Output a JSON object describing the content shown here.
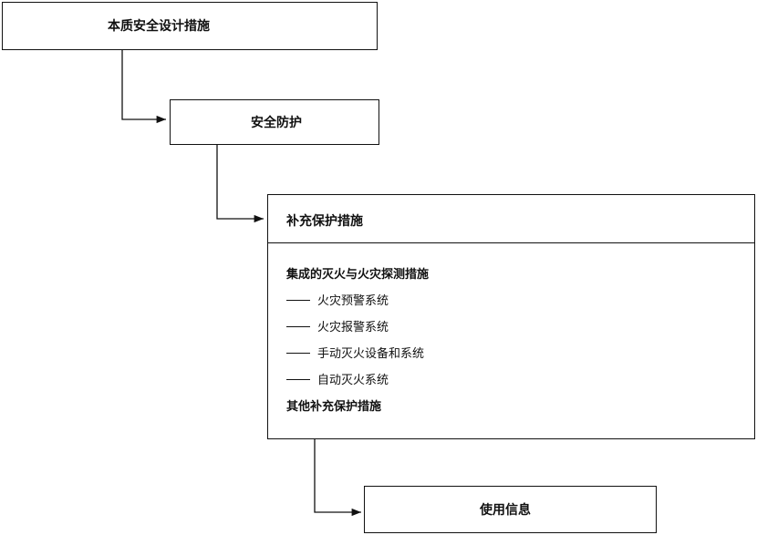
{
  "boxes": {
    "intrinsic": "本质安全设计措施",
    "safeguarding": "安全防护",
    "complementary": {
      "title": "补充保护措施",
      "heading": "集成的灭火与火灾探测措施",
      "items": [
        "火灾预警系统",
        "火灾报警系统",
        "手动灭火设备和系统",
        "自动灭火系统"
      ],
      "footer": "其他补充保护措施"
    },
    "info": "使用信息"
  }
}
